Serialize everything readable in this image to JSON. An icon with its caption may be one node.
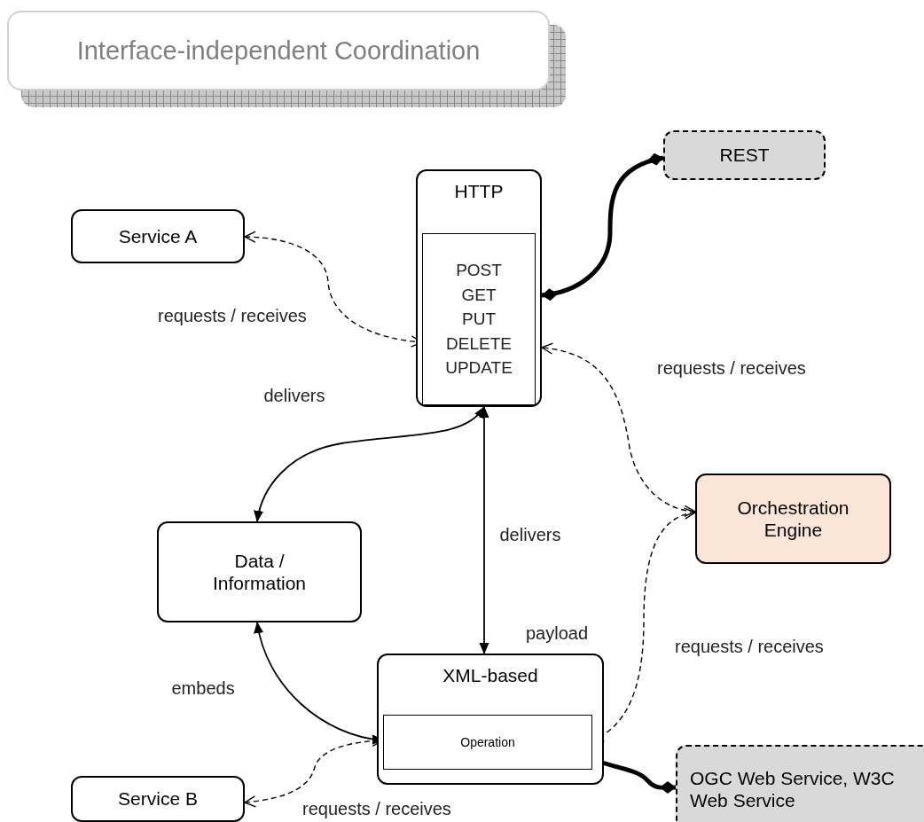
{
  "diagram": {
    "title": "Interface-independent Coordination",
    "nodes": [
      {
        "text": [
          "HTTP"
        ]
      },
      {
        "text": [
          "POST",
          "GET",
          "PUT",
          "DELETE",
          "UPDATE"
        ],
        "in": 0
      },
      {
        "text": [
          "REST"
        ]
      },
      {
        "text": [
          "Service A"
        ]
      },
      {
        "text": [
          "Data / Information"
        ]
      },
      {
        "text": [
          "Orchestration Engine"
        ]
      },
      {
        "text": [
          "XML-based"
        ]
      },
      {
        "text": [
          "Operation"
        ],
        "in": 6
      },
      {
        "text": [
          "Service B"
        ]
      },
      {
        "text": [
          "OGC Web Service, W3C Web Service"
        ]
      }
    ],
    "edges": [
      {
        "from": 3,
        "to": 1,
        "arrow": "both",
        "label": "requests / receives",
        "style": "dashed"
      },
      {
        "from": 2,
        "to": 0,
        "arrow": "other",
        "style": "thick"
      },
      {
        "from": 5,
        "to": 0,
        "arrow": "both",
        "label": "requests / receives",
        "style": "dashed"
      },
      {
        "from": 0,
        "to": 4,
        "arrow": "both",
        "label": "delivers"
      },
      {
        "from": 0,
        "to": 6,
        "arrow": "both",
        "label": "delivers"
      },
      {
        "from": 4,
        "to": 7,
        "arrow": "both",
        "label": "embeds"
      },
      {
        "from": 8,
        "to": 7,
        "arrow": "both",
        "label": "requests / receives",
        "style": "dashed"
      },
      {
        "from": 5,
        "to": 7,
        "arrow": "both",
        "label": "requests / receives",
        "style": "dashed"
      },
      {
        "from": 6,
        "to": 9,
        "arrow": "other",
        "style": "thick"
      }
    ],
    "labels": [
      "payload"
    ]
  }
}
